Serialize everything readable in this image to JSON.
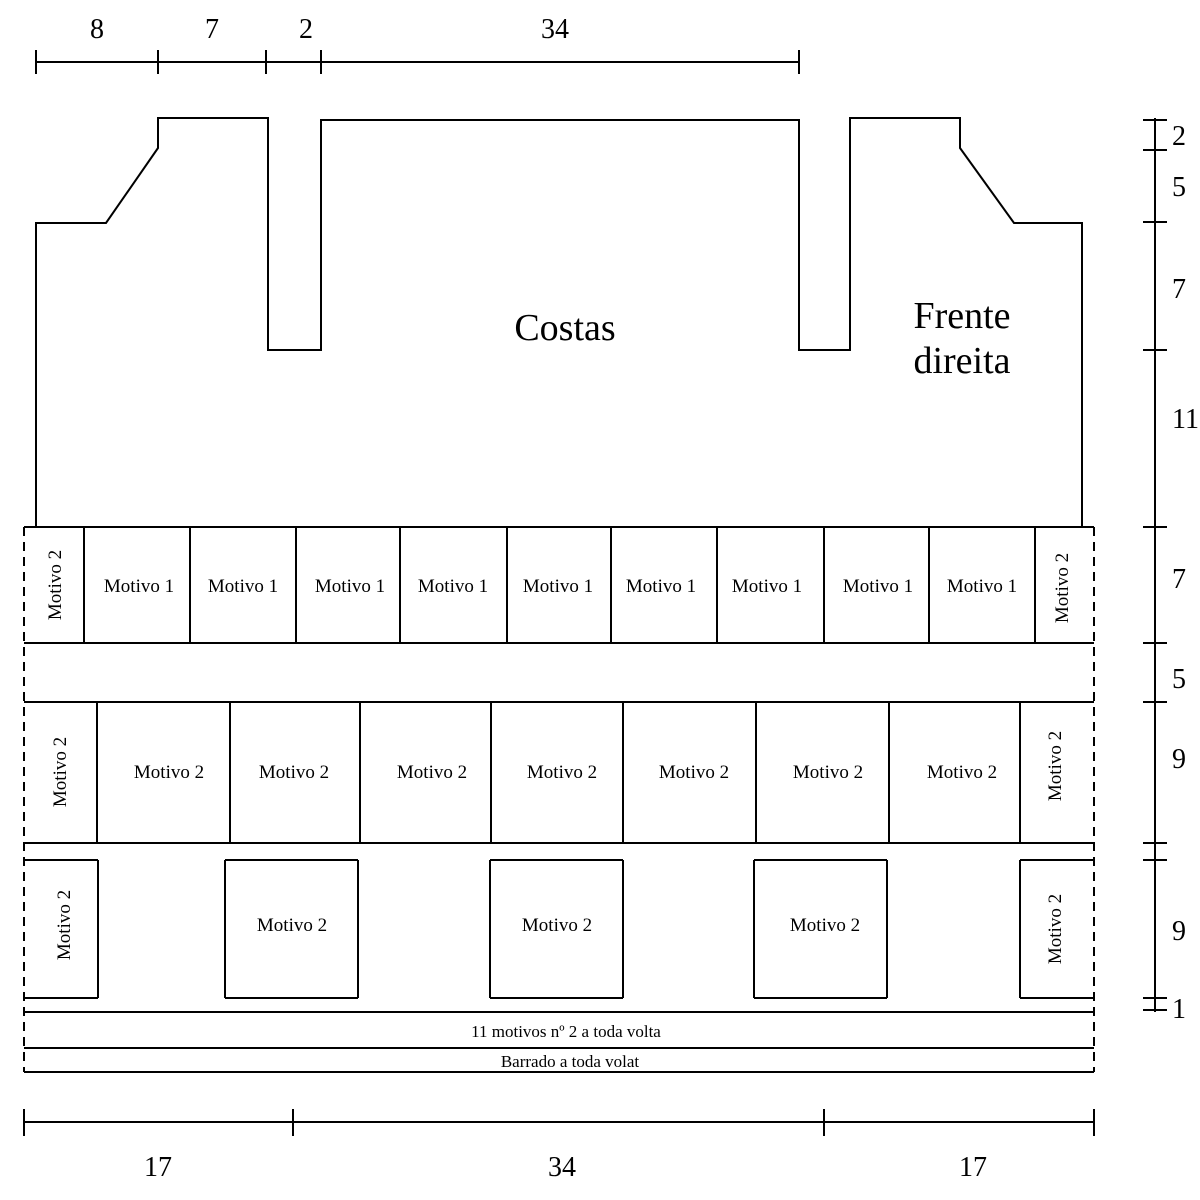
{
  "top_dimensions": [
    "8",
    "7",
    "2",
    "34"
  ],
  "right_dimensions": [
    "2",
    "5",
    "7",
    "11",
    "7",
    "5",
    "9",
    "9",
    "1"
  ],
  "bottom_dimensions": [
    "17",
    "34",
    "17"
  ],
  "labels": {
    "back": "Costas",
    "front_right_line1": "Frente",
    "front_right_line2": "direita"
  },
  "row1_motifs": [
    "Motivo 2",
    "Motivo 1",
    "Motivo 1",
    "Motivo 1",
    "Motivo 1",
    "Motivo 1",
    "Motivo 1",
    "Motivo 1",
    "Motivo 1",
    "Motivo 1",
    "Motivo 2"
  ],
  "row2_motifs": [
    "Motivo 2",
    "Motivo 2",
    "Motivo 2",
    "Motivo 2",
    "Motivo 2",
    "Motivo 2",
    "Motivo 2",
    "Motivo 2",
    "Motivo 2"
  ],
  "row3_motifs": [
    "Motivo 2",
    "Motivo 2",
    "Motivo 2",
    "Motivo 2",
    "Motivo 2"
  ],
  "band_motifs": "11 motivos nº 2 a toda volta",
  "band_border": "Barrado a toda volat"
}
